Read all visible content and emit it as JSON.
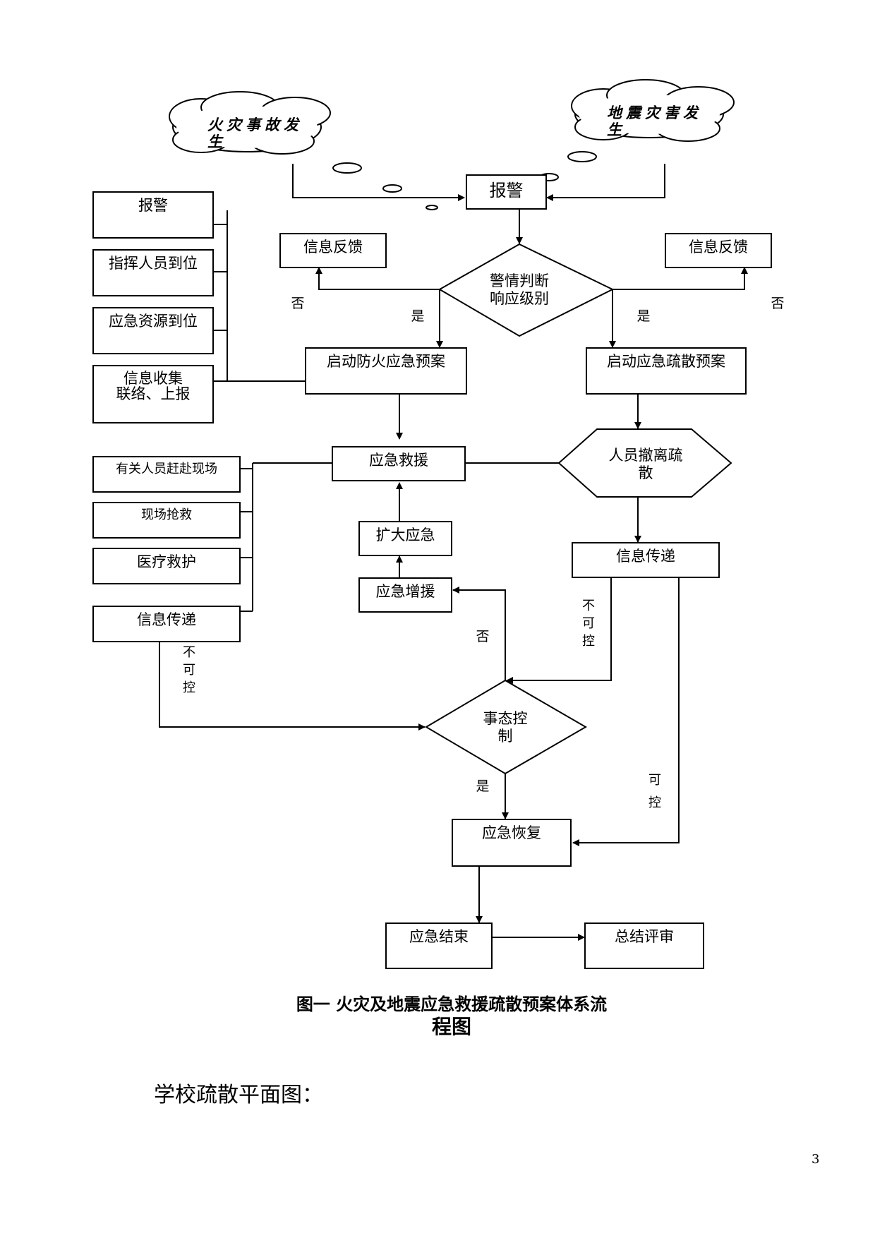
{
  "clouds": {
    "fire": "火灾事故发生",
    "quake": "地震灾害发生"
  },
  "nodes": {
    "alarm_center": "报警",
    "left_checklist": [
      "报警",
      "指挥人员到位",
      "应急资源到位",
      "信息收集\n联络、上报"
    ],
    "feedback_left": "信息反馈",
    "feedback_right": "信息反馈",
    "judge": "警情判断\n响应级别",
    "fire_plan": "启动防火应急预案",
    "evac_plan": "启动应急疏散预案",
    "rescue": "应急救援",
    "evacuate": "人员撤离疏\n散",
    "left_actions": [
      "有关人员赶赴现场",
      "现场抢救",
      "医疗救护"
    ],
    "info_left": "信息传递",
    "info_right": "信息传递",
    "expand": "扩大应急",
    "reinforce": "应急增援",
    "control": "事态控\n制",
    "recover": "应急恢复",
    "end": "应急结束",
    "review": "总结评审"
  },
  "edge_labels": {
    "no": "否",
    "yes": "是",
    "uncontrollable": "不\n可\n控",
    "controllable": "可\n控"
  },
  "caption": {
    "line1": "图一 火灾及地震应急救援疏散预案体系流",
    "line2": "程图"
  },
  "subheading": "学校疏散平面图：",
  "page_number": "3"
}
